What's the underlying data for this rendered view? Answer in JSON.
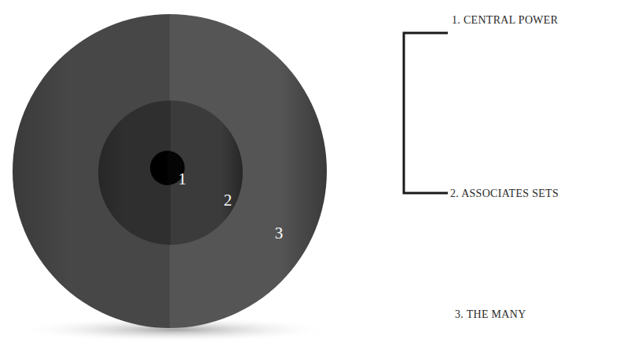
{
  "diagram": {
    "nodes": [
      {
        "text": [
          "3"
        ]
      },
      {
        "text": [
          "2"
        ],
        "in": 0
      },
      {
        "text": [
          "1"
        ],
        "in": 1
      }
    ],
    "labels": [
      "1. CENTRAL POWER",
      "2. ASSOCIATES SETS",
      "3. THE MANY"
    ]
  }
}
